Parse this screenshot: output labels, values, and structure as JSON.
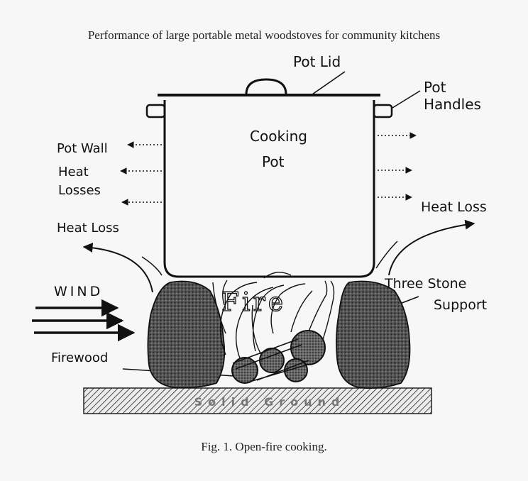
{
  "title": "Performance of large portable metal woodstoves for community kitchens",
  "caption": "Fig. 1. Open-fire cooking.",
  "labels": {
    "pot_lid": "Pot Lid",
    "pot_handles_1": "Pot",
    "pot_handles_2": "Handles",
    "cooking_pot_1": "Cooking",
    "cooking_pot_2": "Pot",
    "pot_wall": "Pot Wall",
    "heat_losses_1": "Heat",
    "heat_losses_2": "Losses",
    "heat_loss_left": "Heat Loss",
    "heat_loss_right": "Heat Loss",
    "wind": "WIND",
    "three_stone_1": "Three Stone",
    "three_stone_2": "Support",
    "firewood": "Firewood",
    "fire": "Fire",
    "ground": "Solid Ground"
  }
}
